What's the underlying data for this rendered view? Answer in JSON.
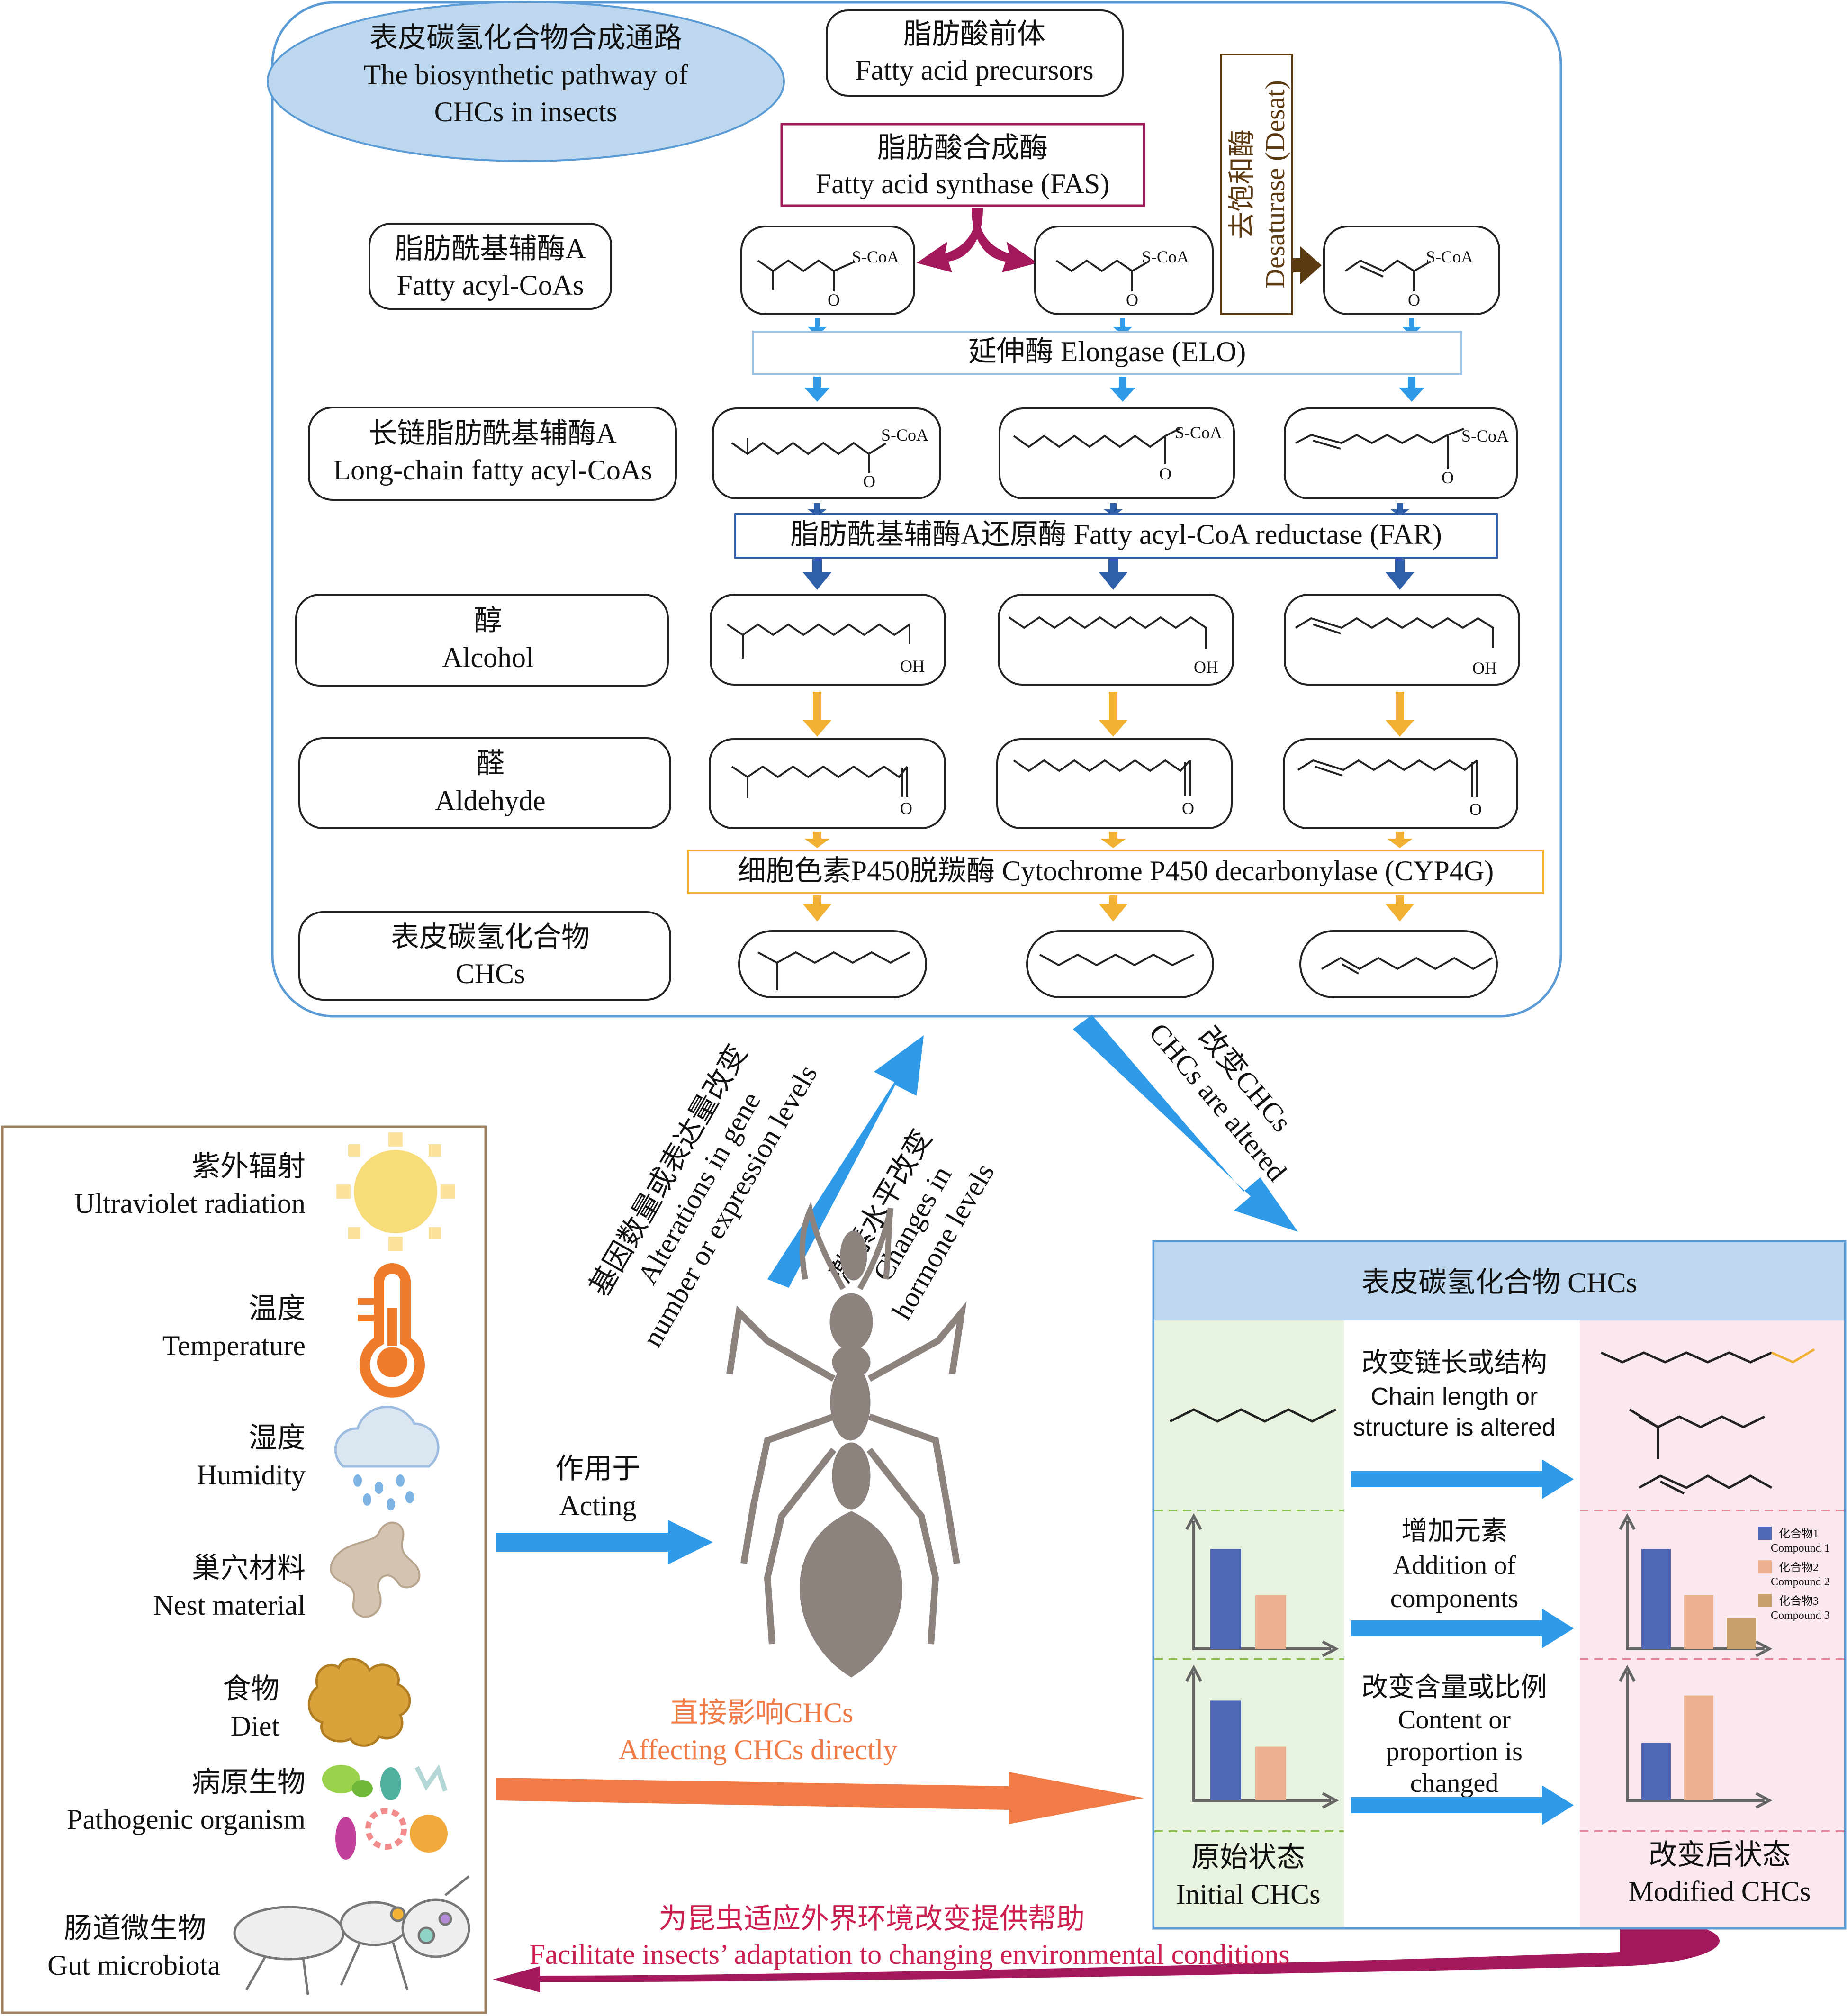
{
  "colors": {
    "panel_border": "#5b9bd5",
    "title_fill": "#bdd7ee",
    "fas_border": "#a3195b",
    "desat_color": "#5c3a12",
    "elo_border": "#9dc3e6",
    "far_border": "#2e5fa8",
    "cyp_border": "#f0b134",
    "blue_arrow": "#2f9be8",
    "dark_blue_arrow": "#2e5fa8",
    "yellow_arrow": "#f0b134",
    "orange_arrow": "#f07b47",
    "crimson_arrow": "#a3195b",
    "left_box_border": "#a08060",
    "chc_header": "#bdd7ee",
    "initial_bg": "#e8f3df",
    "modified_bg": "#fbe8ef",
    "bar_blue": "#4f67b5",
    "bar_peach": "#ebb08e",
    "bar_tan": "#c8a06b",
    "ant": "#8c837f"
  },
  "pathway": {
    "title_zh": "表皮碳氢化合物合成通路",
    "title_en_1": "The biosynthetic pathway of",
    "title_en_2": "CHCs in insects",
    "precursor_zh": "脂肪酸前体",
    "precursor_en": "Fatty acid precursors",
    "fas_zh": "脂肪酸合成酶",
    "fas_en": "Fatty acid synthase (FAS)",
    "desat_zh": "去饱和酶",
    "desat_en": "Desaturase (Desat)",
    "acyl_zh": "脂肪酰基辅酶A",
    "acyl_en": "Fatty acyl-CoAs",
    "elo": "延伸酶 Elongase (ELO)",
    "long_zh": "长链脂肪酰基辅酶A",
    "long_en": "Long-chain fatty acyl-CoAs",
    "far": "脂肪酰基辅酶A还原酶 Fatty acyl-CoA reductase (FAR)",
    "alcohol_zh": "醇",
    "alcohol_en": "Alcohol",
    "aldehyde_zh": "醛",
    "aldehyde_en": "Aldehyde",
    "cyp": "细胞色素P450脱羰酶 Cytochrome P450 decarbonylase (CYP4G)",
    "chcs_zh": "表皮碳氢化合物",
    "chcs_en": "CHCs",
    "scoa": "S-CoA",
    "o": "O",
    "oh": "OH"
  },
  "middle": {
    "gene_zh": "基因数量或表达量改变",
    "gene_en_1": "Alterations in gene",
    "gene_en_2": "number or expression levels",
    "hormone_zh": "激素水平改变",
    "hormone_en_1": "Changes in",
    "hormone_en_2": "hormone levels",
    "altered_zh": "改变CHCs",
    "altered_en": "CHCs are altered",
    "acting_zh": "作用于",
    "acting_en": "Acting",
    "direct_zh": "直接影响CHCs",
    "direct_en": "Affecting CHCs directly",
    "facilitate_zh": "为昆虫适应外界环境改变提供帮助",
    "facilitate_en": "Facilitate insects’ adaptation to changing environmental conditions"
  },
  "factors": [
    {
      "zh": "紫外辐射",
      "en": "Ultraviolet radiation",
      "icon": "sun-icon"
    },
    {
      "zh": "温度",
      "en": "Temperature",
      "icon": "thermometer-icon"
    },
    {
      "zh": "湿度",
      "en": "Humidity",
      "icon": "rain-cloud-icon"
    },
    {
      "zh": "巢穴材料",
      "en": "Nest material",
      "icon": "nest-material-icon"
    },
    {
      "zh": "食物",
      "en": "Diet",
      "icon": "diet-icon"
    },
    {
      "zh": "病原生物",
      "en": "Pathogenic organism",
      "icon": "microbes-icon"
    },
    {
      "zh": "肠道微生物",
      "en": "Gut microbiota",
      "icon": "gut-ant-icon"
    }
  ],
  "chc_panel": {
    "header": "表皮碳氢化合物 CHCs",
    "row1_zh": "改变链长或结构",
    "row1_en_1": "Chain length or",
    "row1_en_2": "structure is altered",
    "row2_zh": "增加元素",
    "row2_en_1": "Addition of",
    "row2_en_2": "components",
    "row3_zh": "改变含量或比例",
    "row3_en_1": "Content or",
    "row3_en_2": "proportion is",
    "row3_en_3": "changed",
    "initial_zh": "原始状态",
    "initial_en": "Initial CHCs",
    "modified_zh": "改变后状态",
    "modified_en": "Modified CHCs",
    "legend": [
      {
        "zh": "化合物1",
        "en": "Compound 1"
      },
      {
        "zh": "化合物2",
        "en": "Compound 2"
      },
      {
        "zh": "化合物3",
        "en": "Compound 3"
      }
    ]
  },
  "bars": {
    "initial_row2": [
      0.78,
      0.42
    ],
    "modified_row2": [
      0.78,
      0.42,
      0.24
    ],
    "initial_row3": [
      0.78,
      0.42
    ],
    "modified_row3": [
      0.45,
      0.82
    ]
  }
}
